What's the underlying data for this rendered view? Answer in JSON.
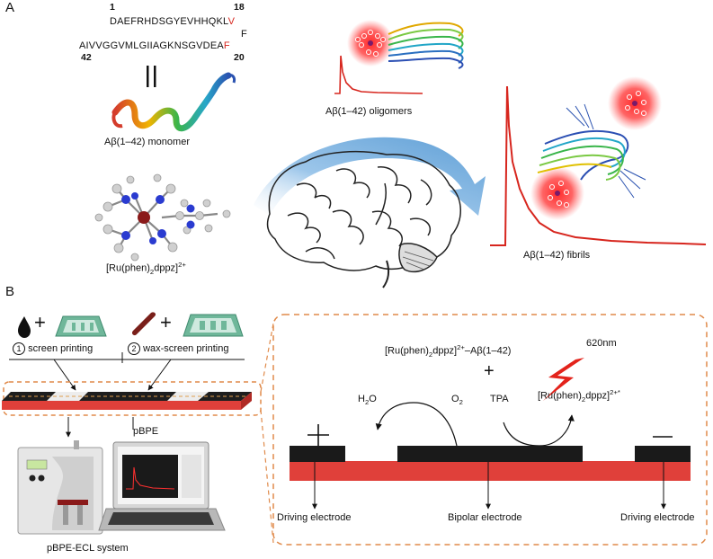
{
  "panelA": {
    "letter": "A",
    "seq_num_1": "1",
    "seq_num_18": "18",
    "seq_num_42": "42",
    "seq_num_20": "20",
    "seq_line1": "DAEFRHDSGYEVHHQKL",
    "seq_line1_red": "V",
    "seq_line2": "AIVVGGVMLGIIAGKNSGVDEA",
    "seq_line2_F_top": "F",
    "seq_line2_F_red": "F",
    "monomer_label": "Aβ(1–42) monomer",
    "oligomer_label": "Aβ(1–42) oligomers",
    "fibril_label": "Aβ(1–42) fibrils",
    "complex_label_pre": "[Ru(phen)",
    "complex_label_sub": "2",
    "complex_label_mid": "dppz]",
    "complex_label_sup": "2+"
  },
  "panelB": {
    "letter": "B",
    "step1_num": "1",
    "step1_label": "screen printing",
    "step2_num": "2",
    "step2_label": "wax-screen printing",
    "pbpe_label": "pBPE",
    "system_label": "pBPE-ECL  system",
    "complex_pre": "[Ru(phen)",
    "complex_sub": "2",
    "complex_mid": "dppz]",
    "complex_sup": "2+",
    "complex_suffix": "–Aβ(1–42)",
    "plus": "+",
    "wavelength": "620nm",
    "h2o_pre": "H",
    "h2o_sub": "2",
    "h2o_post": "O",
    "o2_pre": "O",
    "o2_sub": "2",
    "tpa": "TPA",
    "excited_pre": "[Ru(phen)",
    "excited_sub": "2",
    "excited_mid": "dppz]",
    "excited_sup": "2+*",
    "anode_sign": "+",
    "cathode_sign": "−",
    "driving_left": "Driving electrode",
    "bipolar": "Bipolar electrode",
    "driving_right": "Driving electrode"
  },
  "colors": {
    "red": "#d7261e",
    "dashed_orange": "#e08a4a",
    "electrode_black": "#1a1a1a",
    "substrate_red": "#e0403a",
    "arrow_blue": "#6aa8d8"
  }
}
